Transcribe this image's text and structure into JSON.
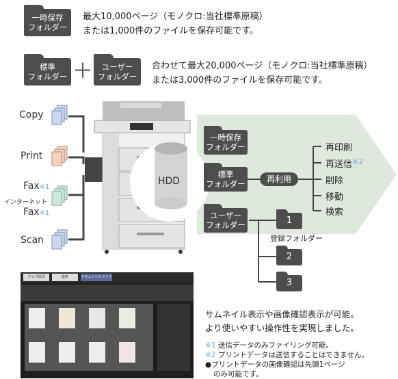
{
  "top_folders": {
    "temp_folder": [
      "一時保存",
      "フォルダー"
    ],
    "temp_desc": [
      "最大10,000ページ（モノクロ:当社標準原稿）",
      "または1,000件のファイルを保存可能です。"
    ],
    "std_folder": [
      "標準",
      "フォルダー"
    ],
    "user_folder": [
      "ユーザー",
      "フォルダー"
    ],
    "plus_symbol": "＋",
    "combined_desc": [
      "合わせて最大20,000ページ（モノクロ:当社標準原稿）",
      "または3,000件のファイルを保存可能です。"
    ]
  },
  "inputs": {
    "copy": "Copy",
    "print": "Print",
    "fax": "Fax",
    "fax_note": "※1",
    "internet_fax_prefix": "インターネット",
    "internet_fax": "Fax",
    "internet_fax_note": "※1",
    "scan": "Scan"
  },
  "hdd_label": "HDD",
  "flow": {
    "temp_folder": [
      "一時保存",
      "フォルダー"
    ],
    "std_folder": [
      "標準",
      "フォルダー"
    ],
    "user_folder": [
      "ユーザー",
      "フォルダー"
    ],
    "reuse_label": "再利用",
    "actions": [
      "再印刷",
      "再送信",
      "削除",
      "移動",
      "検索"
    ],
    "resend_note": "※2",
    "registered_folders": [
      "1",
      "2",
      "3"
    ],
    "registered_label": "登録フォルダー"
  },
  "bottom": {
    "lines": [
      "サムネイル表示や画像確認表示が可能。",
      "より使いやすい操作性を実現しました。"
    ],
    "note1_mark": "※1",
    "note1_text": " 送信データのみファイリング可能。",
    "note2_mark": "※2",
    "note2_text": " プリントデータは送信することはできません。",
    "note3_line1": "●プリントデータの画像確認は先頭1ページ",
    "note3_line2": "のみ可能です。"
  },
  "screen_tabs": [
    "ジョブ状況",
    "設定",
    "ドキュメントファイリング"
  ],
  "colors": {
    "accent_green": "#dfe8dd",
    "folder_dark": "#4d4d4d",
    "note_blue": "#6cb0d8",
    "copy_doc": "#c9d8ef",
    "print_doc": "#f6d2bf",
    "fax_doc": "#cfe8dc",
    "scan_doc": "#c9d8ef"
  }
}
